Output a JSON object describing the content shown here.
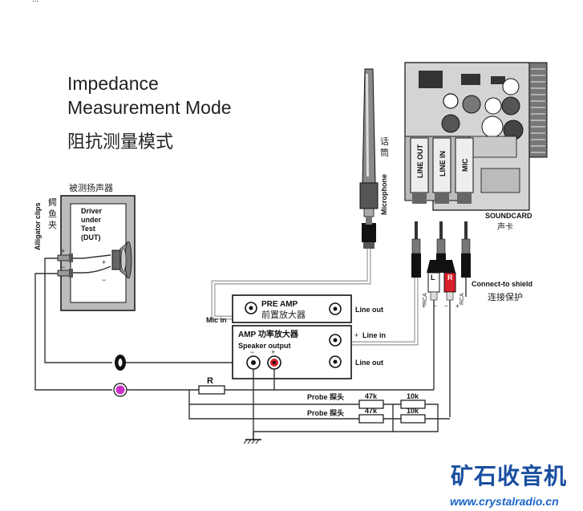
{
  "top_fragment": "...",
  "title": {
    "line1": "Impedance",
    "line2": "Measurement Mode",
    "cn": "阻抗测量模式"
  },
  "speaker": {
    "cn_label": "被测扬声器",
    "dut_line1": "Driver",
    "dut_line2": "under",
    "dut_line3": "Test",
    "dut_line4": "(DUT)",
    "plus": "+",
    "minus": "−"
  },
  "clips": {
    "en": "Alligator clips",
    "cn1": "鳄",
    "cn2": "鱼",
    "cn3": "夹"
  },
  "microphone": {
    "en": "Microphone",
    "cn1": "话",
    "cn2": "筒"
  },
  "soundcard": {
    "label": "SOUNDCARD",
    "cn": "声卡",
    "ports": [
      "LINE OUT",
      "LINE IN",
      "MIC"
    ]
  },
  "rca": {
    "left": "L",
    "right": "R",
    "rca_text": "RCA",
    "plus": "+",
    "minus": "−"
  },
  "shield": {
    "en": "Connect-to shield",
    "cn": "连接保护"
  },
  "preamp": {
    "title": "PRE AMP",
    "cn": "前置放大器",
    "mic_in": "Mic in",
    "line_out": "Line out"
  },
  "amp": {
    "title": "AMP 功率放大器",
    "speaker_output": "Speaker output",
    "minus": "−",
    "plus": "+",
    "line_in": "Line in",
    "line_out": "Line out",
    "line_in_plus": "+"
  },
  "resistor": {
    "label": "R"
  },
  "probes": [
    {
      "label": "Probe 探头",
      "r1": "47k",
      "r2": "10k"
    },
    {
      "label": "Probe 探头",
      "r1": "47k",
      "r2": "10k"
    }
  ],
  "watermark": {
    "cn": "矿石收音机",
    "url": "www.crystalradio.cn"
  },
  "colors": {
    "line": "#333333",
    "red": "#d81e2a",
    "magenta": "#cc33cc",
    "watermark": "#1a4fa0",
    "watermark_url": "#1a64c8"
  }
}
